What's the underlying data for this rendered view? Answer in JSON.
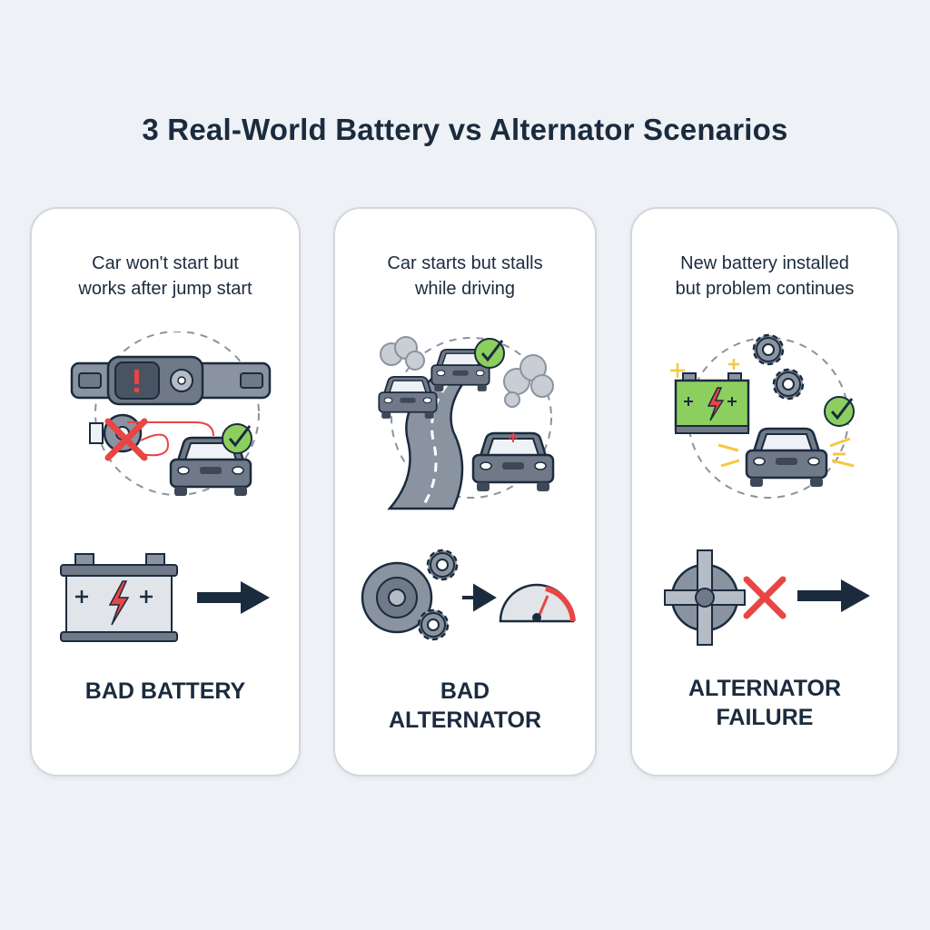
{
  "title": "3 Real-World Battery vs Alternator Scenarios",
  "colors": {
    "ink": "#1b2b3e",
    "gray": "#6b7482",
    "red": "#e84545",
    "green": "#8ccf5e",
    "yellow": "#f5c842"
  },
  "cards": [
    {
      "subtitle_line1": "Car won't start but",
      "subtitle_line2": "works after jump start",
      "result_line1": "BAD BATTERY",
      "result_line2": ""
    },
    {
      "subtitle_line1": "Car starts but stalls",
      "subtitle_line2": "while driving",
      "result_line1": "BAD",
      "result_line2": "ALTERNATOR"
    },
    {
      "subtitle_line1": "New battery installed",
      "subtitle_line2": "but problem continues",
      "result_line1": "ALTERNATOR",
      "result_line2": "FAILURE"
    }
  ]
}
